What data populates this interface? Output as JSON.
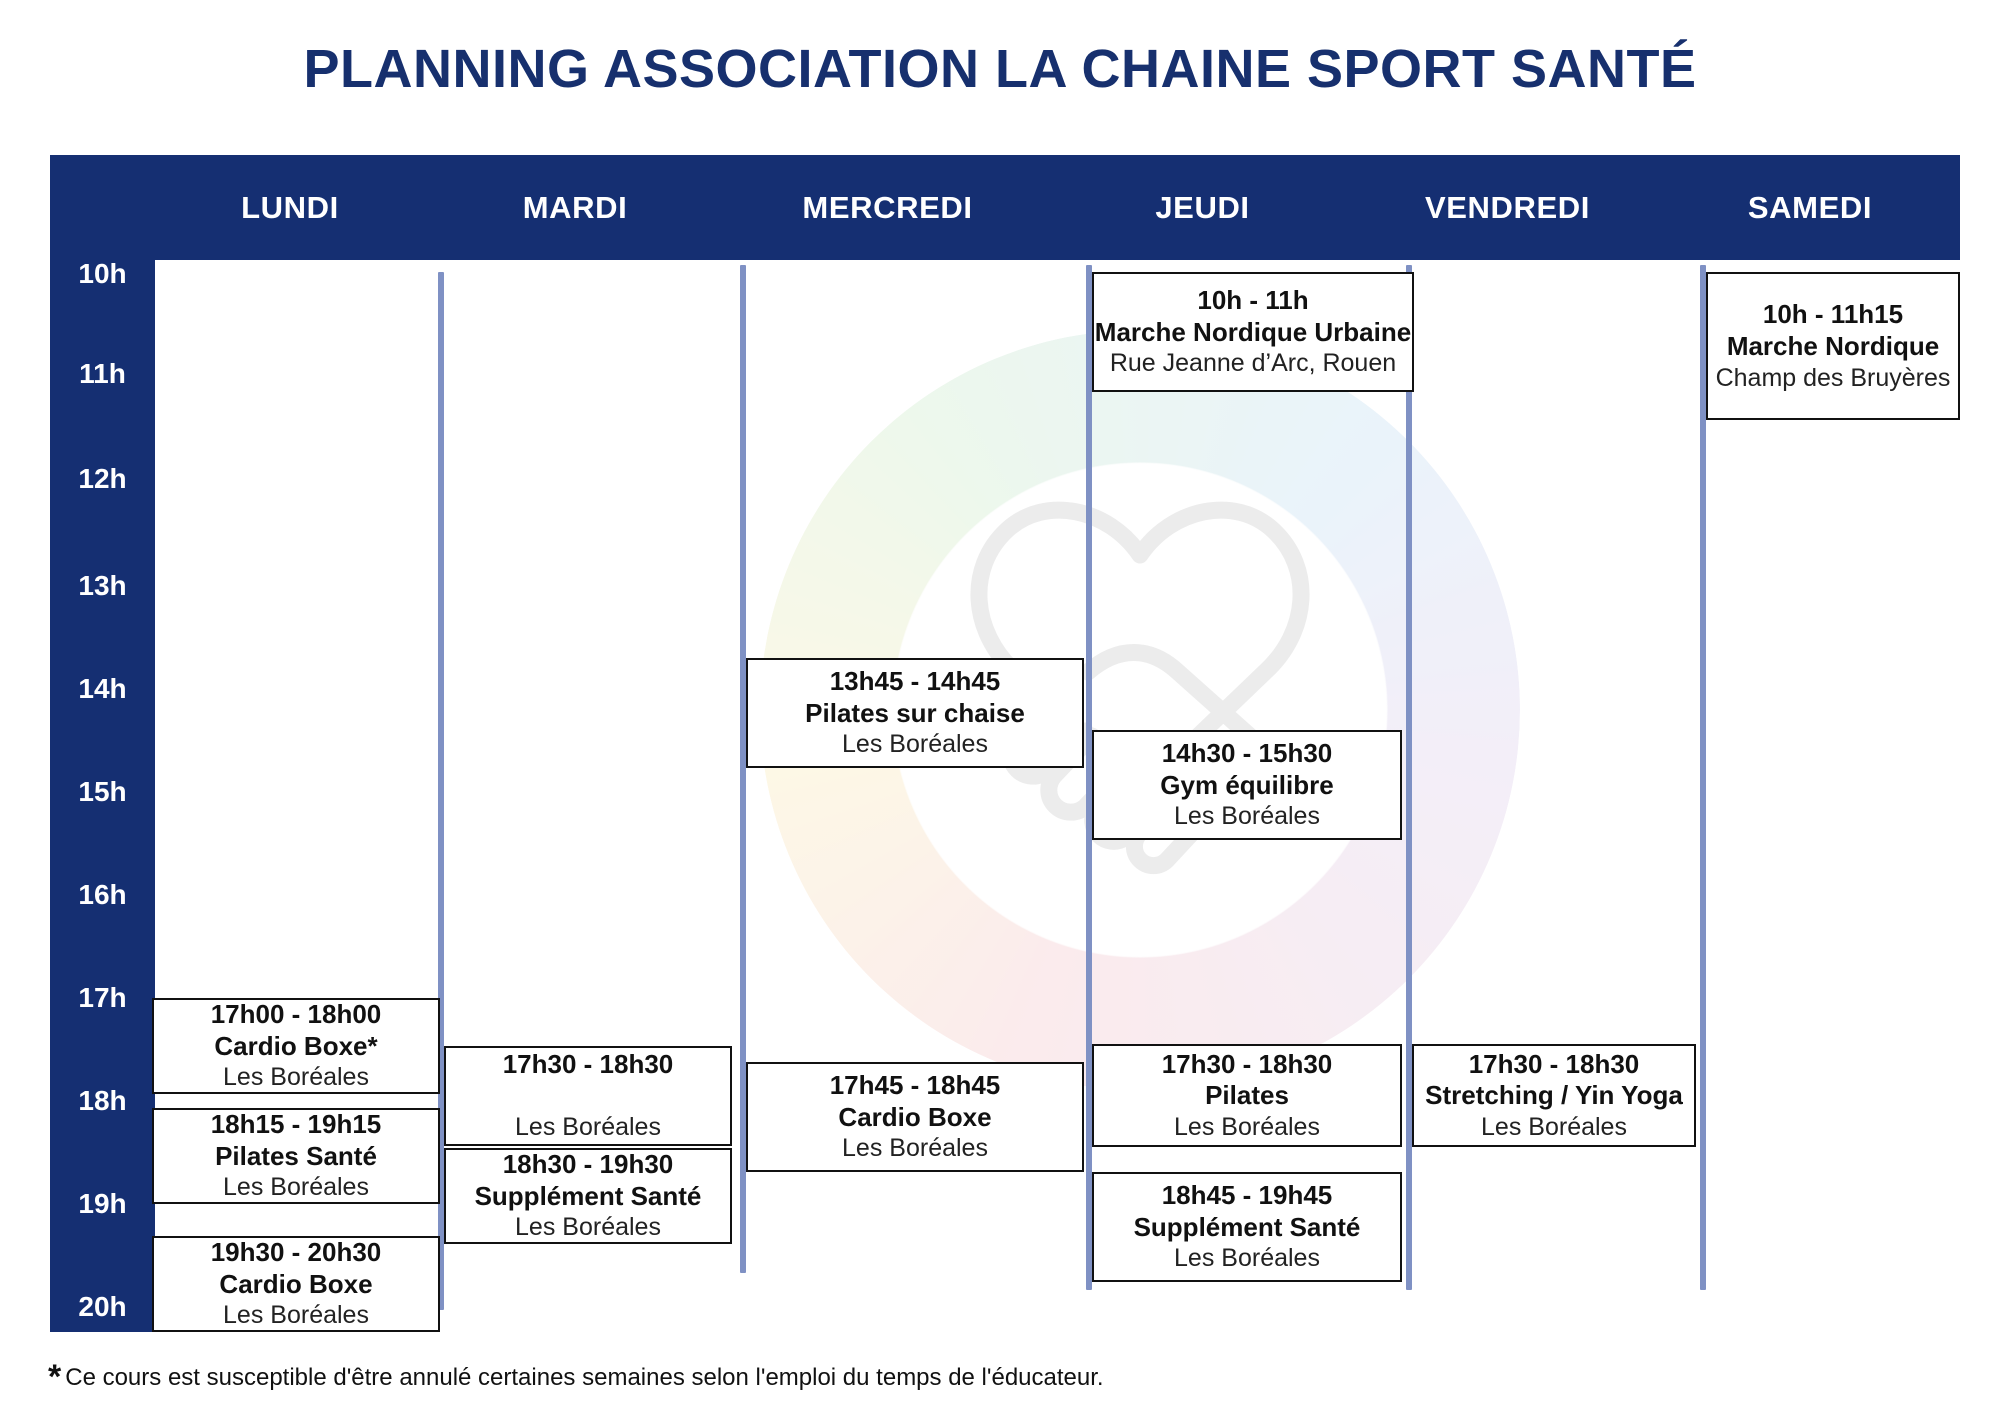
{
  "page": {
    "title": "PLANNING ASSOCIATION LA CHAINE SPORT SANTÉ",
    "title_color": "#17306e",
    "header_bg": "#152f72",
    "separator_color": "#7f91c4",
    "card_border_color": "#111111"
  },
  "watermark": {
    "icon": "handshake-icon",
    "ring_icon": "rainbow-ring-icon"
  },
  "days": [
    {
      "label": "LUNDI"
    },
    {
      "label": "MARDI"
    },
    {
      "label": "MERCREDI"
    },
    {
      "label": "JEUDI"
    },
    {
      "label": "VENDREDI"
    },
    {
      "label": "SAMEDI"
    }
  ],
  "hours": [
    {
      "label": "10h"
    },
    {
      "label": "11h"
    },
    {
      "label": "12h"
    },
    {
      "label": "13h"
    },
    {
      "label": "14h"
    },
    {
      "label": "15h"
    },
    {
      "label": "16h"
    },
    {
      "label": "17h"
    },
    {
      "label": "18h"
    },
    {
      "label": "19h"
    },
    {
      "label": "20h"
    }
  ],
  "events": [
    {
      "day": "LUNDI",
      "time": "17h00 - 18h00",
      "name": "Cardio Boxe*",
      "place": "Les Boréales"
    },
    {
      "day": "LUNDI",
      "time": "18h15 - 19h15",
      "name": "Pilates Santé",
      "place": "Les Boréales"
    },
    {
      "day": "LUNDI",
      "time": "19h30 - 20h30",
      "name": "Cardio Boxe",
      "place": "Les Boréales"
    },
    {
      "day": "MARDI",
      "time": "17h30 - 18h30",
      "name": "",
      "place": "Les Boréales"
    },
    {
      "day": "MARDI",
      "time": "18h30 - 19h30",
      "name": "Supplément Santé",
      "place": "Les Boréales"
    },
    {
      "day": "MERCREDI",
      "time": "13h45 - 14h45",
      "name": "Pilates sur chaise",
      "place": "Les Boréales"
    },
    {
      "day": "MERCREDI",
      "time": "17h45 - 18h45",
      "name": "Cardio Boxe",
      "place": "Les Boréales"
    },
    {
      "day": "JEUDI",
      "time": "10h - 11h",
      "name": "Marche Nordique Urbaine",
      "place": "Rue Jeanne d’Arc, Rouen"
    },
    {
      "day": "JEUDI",
      "time": "14h30 - 15h30",
      "name": "Gym équilibre",
      "place": "Les Boréales"
    },
    {
      "day": "JEUDI",
      "time": "17h30 - 18h30",
      "name": "Pilates",
      "place": "Les Boréales"
    },
    {
      "day": "JEUDI",
      "time": "18h45 - 19h45",
      "name": "Supplément Santé",
      "place": "Les Boréales"
    },
    {
      "day": "VENDREDI",
      "time": "17h30 - 18h30",
      "name": "Stretching / Yin Yoga",
      "place": "Les Boréales"
    },
    {
      "day": "SAMEDI",
      "time": "10h - 11h15",
      "name": "Marche Nordique",
      "place": "Champ des Bruyères"
    }
  ],
  "footnote": {
    "star": "*",
    "text": "Ce cours est susceptible d'être annulé certaines semaines selon l'emploi du temps de l'éducateur."
  }
}
